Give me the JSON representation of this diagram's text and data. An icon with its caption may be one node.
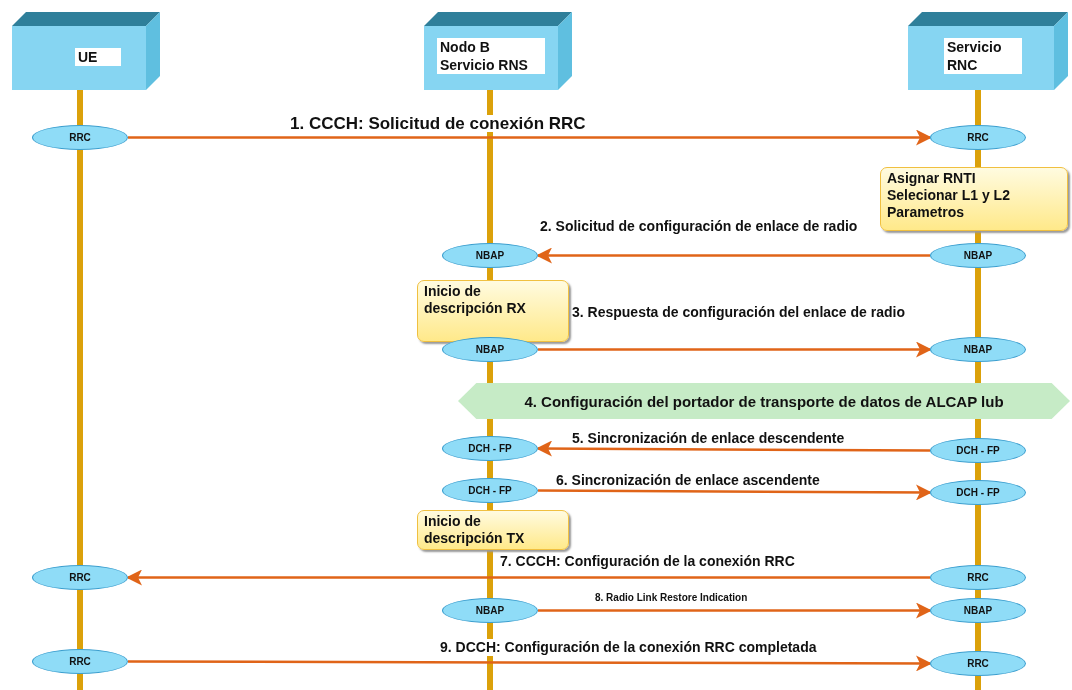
{
  "diagram": {
    "nodes": [
      {
        "text": [
          "UE"
        ]
      },
      {
        "text": [
          "Nodo B Servicio RNS"
        ]
      },
      {
        "text": [
          "Servicio RNC"
        ]
      },
      {
        "text": [
          "RRC"
        ]
      },
      {
        "text": [
          "RRC"
        ]
      },
      {
        "text": [
          "Asignar RNTI Selecionar L1 y L2 Parametros"
        ]
      },
      {
        "text": [
          "NBAP"
        ]
      },
      {
        "text": [
          "NBAP"
        ]
      },
      {
        "text": [
          "Inicio de descripción RX"
        ]
      },
      {
        "text": [
          "NBAP"
        ]
      },
      {
        "text": [
          "NBAP"
        ]
      },
      {
        "text": [
          "4. Configuración del portador de transporte de datos de ALCAP lub"
        ]
      },
      {
        "text": [
          "DCH - FP"
        ]
      },
      {
        "text": [
          "DCH - FP"
        ]
      },
      {
        "text": [
          "DCH - FP"
        ]
      },
      {
        "text": [
          "DCH - FP"
        ]
      },
      {
        "text": [
          "Inicio de descripción TX"
        ]
      },
      {
        "text": [
          "RRC"
        ]
      },
      {
        "text": [
          "RRC"
        ]
      },
      {
        "text": [
          "NBAP"
        ]
      },
      {
        "text": [
          "NBAP"
        ]
      },
      {
        "text": [
          "RRC"
        ]
      },
      {
        "text": [
          "RRC"
        ]
      }
    ],
    "edges": [
      {
        "from": 3,
        "to": 4,
        "arrow": "to",
        "label": "1. CCCH: Solicitud de conexión RRC"
      },
      {
        "from": 7,
        "to": 6,
        "arrow": "to",
        "label": "2. Solicitud de configuración de enlace de radio"
      },
      {
        "from": 9,
        "to": 10,
        "arrow": "to",
        "label": "3. Respuesta de configuración del enlace de radio"
      },
      {
        "from": 13,
        "to": 12,
        "arrow": "to",
        "label": "5. Sincronización de enlace descendente"
      },
      {
        "from": 14,
        "to": 15,
        "arrow": "to",
        "label": "6. Sincronización de enlace ascendente"
      },
      {
        "from": 18,
        "to": 17,
        "arrow": "to",
        "label": "7. CCCH: Configuración de la conexión RRC"
      },
      {
        "from": 19,
        "to": 20,
        "arrow": "to",
        "label": "8. Radio Link Restore Indication"
      },
      {
        "from": 21,
        "to": 22,
        "arrow": "to",
        "label": "9. DCCH: Configuración de la conexión RRC completada"
      }
    ]
  }
}
